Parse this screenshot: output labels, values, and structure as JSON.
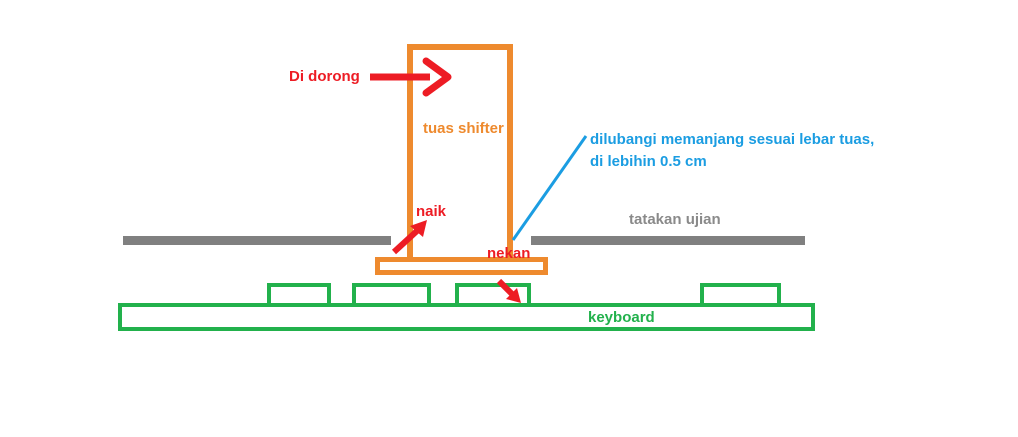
{
  "diagram": {
    "labels": {
      "di_dorong": "Di dorong",
      "tuas_shifter": "tuas shifter",
      "naik": "naik",
      "nekan": "nekan",
      "tatakan_ujian": "tatakan ujian",
      "dilubangi_line1": "dilubangi memanjang sesuai lebar tuas,",
      "dilubangi_line2": "di lebihin 0.5 cm",
      "keyboard": "keyboard"
    },
    "colors": {
      "orange": "#ee8a2e",
      "red": "#ed1c24",
      "blue": "#1b9de2",
      "gray": "#808080",
      "green": "#22b14c"
    }
  }
}
